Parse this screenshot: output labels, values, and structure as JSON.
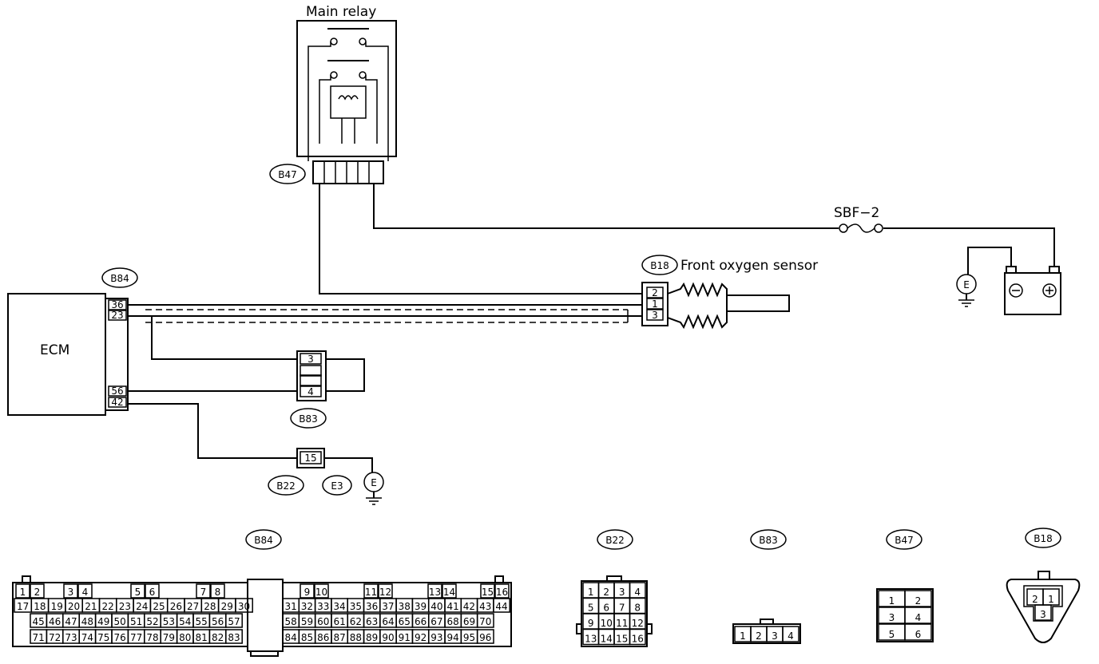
{
  "main_relay": {
    "label": "Main relay",
    "tag": "B47"
  },
  "fuse": {
    "label": "SBF−2"
  },
  "sensor": {
    "label": "Front oxygen sensor",
    "tag": "B18",
    "pins": [
      "2",
      "1",
      "3"
    ]
  },
  "ecm": {
    "label": "ECM",
    "tag": "B84",
    "pins_top": [
      "36",
      "23"
    ],
    "pins_bottom": [
      "56",
      "42"
    ]
  },
  "b83_conn": {
    "tag": "B83",
    "pins": [
      "3",
      "4"
    ]
  },
  "b22_conn": {
    "tags": [
      "B22",
      "E3"
    ],
    "pin": "15"
  },
  "ground_label": "E",
  "views": {
    "b84": {
      "tag": "B84",
      "row1": [
        "1",
        "2",
        "3",
        "4",
        "5",
        "6",
        "7",
        "8",
        "9",
        "10",
        "11",
        "12",
        "13",
        "14",
        "15",
        "16"
      ],
      "row2": [
        "17",
        "18",
        "19",
        "20",
        "21",
        "22",
        "23",
        "24",
        "25",
        "26",
        "27",
        "28",
        "29",
        "30",
        "31",
        "32",
        "33",
        "34",
        "35",
        "36",
        "37",
        "38",
        "39",
        "40",
        "41",
        "42",
        "43",
        "44"
      ],
      "row3": [
        "45",
        "46",
        "47",
        "48",
        "49",
        "50",
        "51",
        "52",
        "53",
        "54",
        "55",
        "56",
        "57",
        "58",
        "59",
        "60",
        "61",
        "62",
        "63",
        "64",
        "65",
        "66",
        "67",
        "68",
        "69",
        "70"
      ],
      "row4": [
        "71",
        "72",
        "73",
        "74",
        "75",
        "76",
        "77",
        "78",
        "79",
        "80",
        "81",
        "82",
        "83",
        "84",
        "85",
        "86",
        "87",
        "88",
        "89",
        "90",
        "91",
        "92",
        "93",
        "94",
        "95",
        "96"
      ]
    },
    "b22": {
      "tag": "B22",
      "rows": [
        [
          "1",
          "2",
          "3",
          "4"
        ],
        [
          "5",
          "6",
          "7",
          "8"
        ],
        [
          "9",
          "10",
          "11",
          "12"
        ],
        [
          "13",
          "14",
          "15",
          "16"
        ]
      ]
    },
    "b83": {
      "tag": "B83",
      "pins": [
        "1",
        "2",
        "3",
        "4"
      ]
    },
    "b47": {
      "tag": "B47",
      "rows": [
        [
          "1",
          "2"
        ],
        [
          "3",
          "4"
        ],
        [
          "5",
          "6"
        ]
      ]
    },
    "b18": {
      "tag": "B18",
      "pins": [
        "2",
        "1",
        "3"
      ]
    }
  }
}
